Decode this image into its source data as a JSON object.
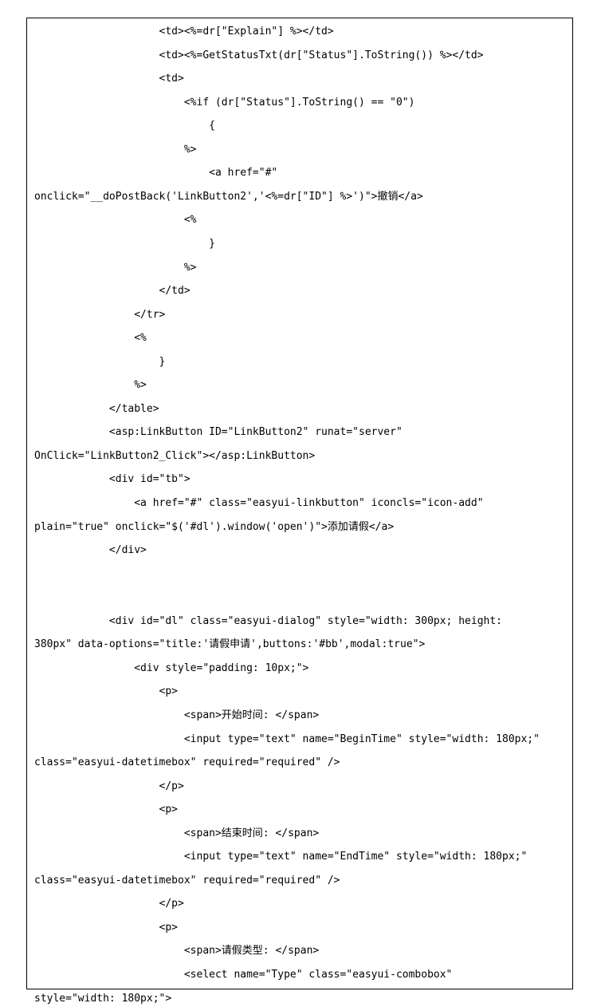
{
  "document": {
    "code_lines": [
      "                    <td><%=dr[\"Explain\"] %></td>",
      "                    <td><%=GetStatusTxt(dr[\"Status\"].ToString()) %></td>",
      "                    <td>",
      "                        <%if (dr[\"Status\"].ToString() == \"0\")",
      "                            {",
      "                        %>",
      "                            <a href=\"#\"",
      "onclick=\"__doPostBack('LinkButton2','<%=dr[\"ID\"] %>')\">撤销</a>",
      "                        <%",
      "                            }",
      "                        %>",
      "                    </td>",
      "                </tr>",
      "                <%",
      "                    }",
      "                %>",
      "            </table>",
      "            <asp:LinkButton ID=\"LinkButton2\" runat=\"server\"",
      "OnClick=\"LinkButton2_Click\"></asp:LinkButton>",
      "            <div id=\"tb\">",
      "                <a href=\"#\" class=\"easyui-linkbutton\" iconcls=\"icon-add\"",
      "plain=\"true\" onclick=\"$('#dl').window('open')\">添加请假</a>",
      "            </div>",
      "",
      "",
      "            <div id=\"dl\" class=\"easyui-dialog\" style=\"width: 300px; height:",
      "380px\" data-options=\"title:'请假申请',buttons:'#bb',modal:true\">",
      "                <div style=\"padding: 10px;\">",
      "                    <p>",
      "                        <span>开始时间: </span>",
      "                        <input type=\"text\" name=\"BeginTime\" style=\"width: 180px;\"",
      "class=\"easyui-datetimebox\" required=\"required\" />",
      "                    </p>",
      "                    <p>",
      "                        <span>结束时间: </span>",
      "                        <input type=\"text\" name=\"EndTime\" style=\"width: 180px;\"",
      "class=\"easyui-datetimebox\" required=\"required\" />",
      "                    </p>",
      "                    <p>",
      "                        <span>请假类型: </span>",
      "                        <select name=\"Type\" class=\"easyui-combobox\"",
      "style=\"width: 180px;\">"
    ]
  }
}
